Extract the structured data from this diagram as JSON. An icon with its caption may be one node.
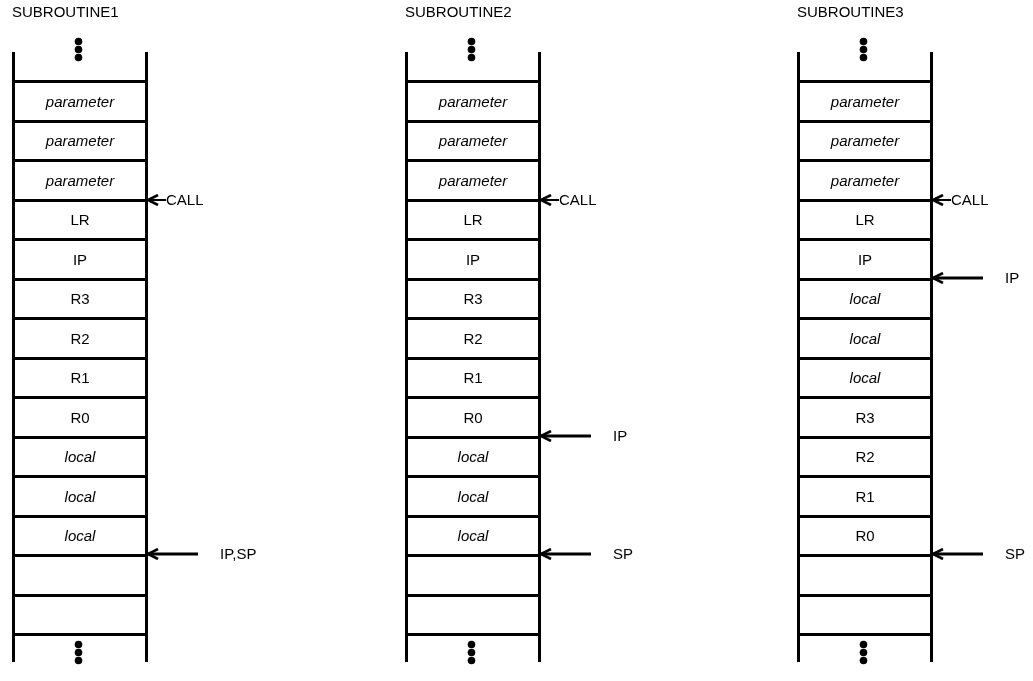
{
  "diagram": {
    "nodes": [
      {
        "text": [
          "SUBROUTINE1"
        ]
      },
      {
        "text": [
          "parameter"
        ],
        "in": 0
      },
      {
        "text": [
          "parameter"
        ],
        "in": 0
      },
      {
        "text": [
          "parameter"
        ],
        "in": 0
      },
      {
        "text": [
          "LR"
        ],
        "in": 0
      },
      {
        "text": [
          "IP"
        ],
        "in": 0
      },
      {
        "text": [
          "R3"
        ],
        "in": 0
      },
      {
        "text": [
          "R2"
        ],
        "in": 0
      },
      {
        "text": [
          "R1"
        ],
        "in": 0
      },
      {
        "text": [
          "R0"
        ],
        "in": 0
      },
      {
        "text": [
          "local"
        ],
        "in": 0
      },
      {
        "text": [
          "local"
        ],
        "in": 0
      },
      {
        "text": [
          "local"
        ],
        "in": 0
      },
      {
        "text": [],
        "shape": "box",
        "in": 0
      },
      {
        "text": [],
        "shape": "box",
        "in": 0
      },
      {
        "text": [
          "CALL"
        ]
      },
      {
        "text": [
          "IP,SP"
        ]
      },
      {
        "text": [
          "SUBROUTINE2"
        ]
      },
      {
        "text": [
          "parameter"
        ],
        "in": 17
      },
      {
        "text": [
          "parameter"
        ],
        "in": 17
      },
      {
        "text": [
          "parameter"
        ],
        "in": 17
      },
      {
        "text": [
          "LR"
        ],
        "in": 17
      },
      {
        "text": [
          "IP"
        ],
        "in": 17
      },
      {
        "text": [
          "R3"
        ],
        "in": 17
      },
      {
        "text": [
          "R2"
        ],
        "in": 17
      },
      {
        "text": [
          "R1"
        ],
        "in": 17
      },
      {
        "text": [
          "R0"
        ],
        "in": 17
      },
      {
        "text": [
          "local"
        ],
        "in": 17
      },
      {
        "text": [
          "local"
        ],
        "in": 17
      },
      {
        "text": [
          "local"
        ],
        "in": 17
      },
      {
        "text": [],
        "shape": "box",
        "in": 17
      },
      {
        "text": [],
        "shape": "box",
        "in": 17
      },
      {
        "text": [
          "CALL"
        ]
      },
      {
        "text": [
          "IP"
        ]
      },
      {
        "text": [
          "SP"
        ]
      },
      {
        "text": [
          "SUBROUTINE3"
        ]
      },
      {
        "text": [
          "parameter"
        ],
        "in": 35
      },
      {
        "text": [
          "parameter"
        ],
        "in": 35
      },
      {
        "text": [
          "parameter"
        ],
        "in": 35
      },
      {
        "text": [
          "LR"
        ],
        "in": 35
      },
      {
        "text": [
          "IP"
        ],
        "in": 35
      },
      {
        "text": [
          "local"
        ],
        "in": 35
      },
      {
        "text": [
          "local"
        ],
        "in": 35
      },
      {
        "text": [
          "local"
        ],
        "in": 35
      },
      {
        "text": [
          "R3"
        ],
        "in": 35
      },
      {
        "text": [
          "R2"
        ],
        "in": 35
      },
      {
        "text": [
          "R1"
        ],
        "in": 35
      },
      {
        "text": [
          "R0"
        ],
        "in": 35
      },
      {
        "text": [],
        "shape": "box",
        "in": 35
      },
      {
        "text": [],
        "shape": "box",
        "in": 35
      },
      {
        "text": [
          "CALL"
        ]
      },
      {
        "text": [
          "IP"
        ]
      },
      {
        "text": [
          "SP"
        ]
      }
    ],
    "edges": [
      {
        "from": 15,
        "to": 0,
        "arrow": "to"
      },
      {
        "from": 16,
        "to": 0,
        "arrow": "to"
      },
      {
        "from": 32,
        "to": 17,
        "arrow": "to"
      },
      {
        "from": 33,
        "to": 17,
        "arrow": "to"
      },
      {
        "from": 34,
        "to": 17,
        "arrow": "to"
      },
      {
        "from": 50,
        "to": 35,
        "arrow": "to"
      },
      {
        "from": 51,
        "to": 35,
        "arrow": "to"
      },
      {
        "from": 52,
        "to": 35,
        "arrow": "to"
      }
    ]
  }
}
